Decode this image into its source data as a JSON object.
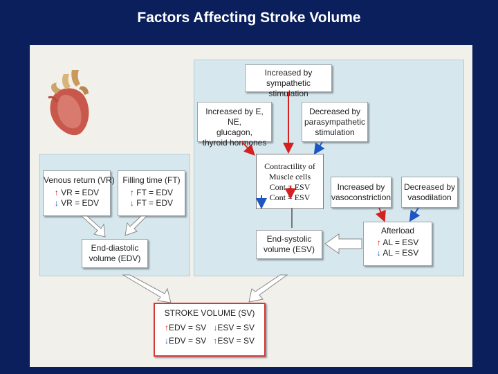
{
  "title": "Factors Affecting Stroke Volume",
  "colors": {
    "background": "#0b1f5c",
    "region": "#d6e8ee",
    "stroke_box_border": "#d23a3a",
    "increase_arrow": "#d42020",
    "decrease_arrow": "#1d56c4"
  },
  "boxes": {
    "sympathetic": [
      "Increased by",
      "sympathetic stimulation"
    ],
    "hormones": [
      "Increased by E, NE,",
      "glucagon,",
      "thyroid hormones"
    ],
    "parasympathetic": [
      "Decreased by",
      "parasympathetic",
      "stimulation"
    ],
    "contractility": [
      "Contractility of",
      "Muscle cells",
      "Cont = ESV",
      "Cont = ESV"
    ],
    "vasoconstriction": [
      "Increased by",
      "vasoconstriction"
    ],
    "vasodilation": [
      "Decreased by",
      "vasodilation"
    ],
    "venous_return": {
      "title": "Venous return (VR)",
      "row1": "VR = EDV",
      "row2": "VR = EDV"
    },
    "filling_time": {
      "title": "Filling time (FT)",
      "row1": "FT = EDV",
      "row2": "FT = EDV"
    },
    "edv": [
      "End-diastolic",
      "volume (EDV)"
    ],
    "esv": [
      "End-systolic",
      "volume (ESV)"
    ],
    "afterload": {
      "title": "Afterload",
      "row1": "AL = ESV",
      "row2": "AL = ESV"
    },
    "stroke_volume": {
      "title": "STROKE VOLUME (SV)",
      "rows": [
        "EDV = SV",
        "ESV = SV",
        "EDV = SV",
        "ESV = SV"
      ]
    }
  },
  "icons": [
    "heart-illustration",
    "up-arrow-red",
    "down-arrow-blue"
  ]
}
